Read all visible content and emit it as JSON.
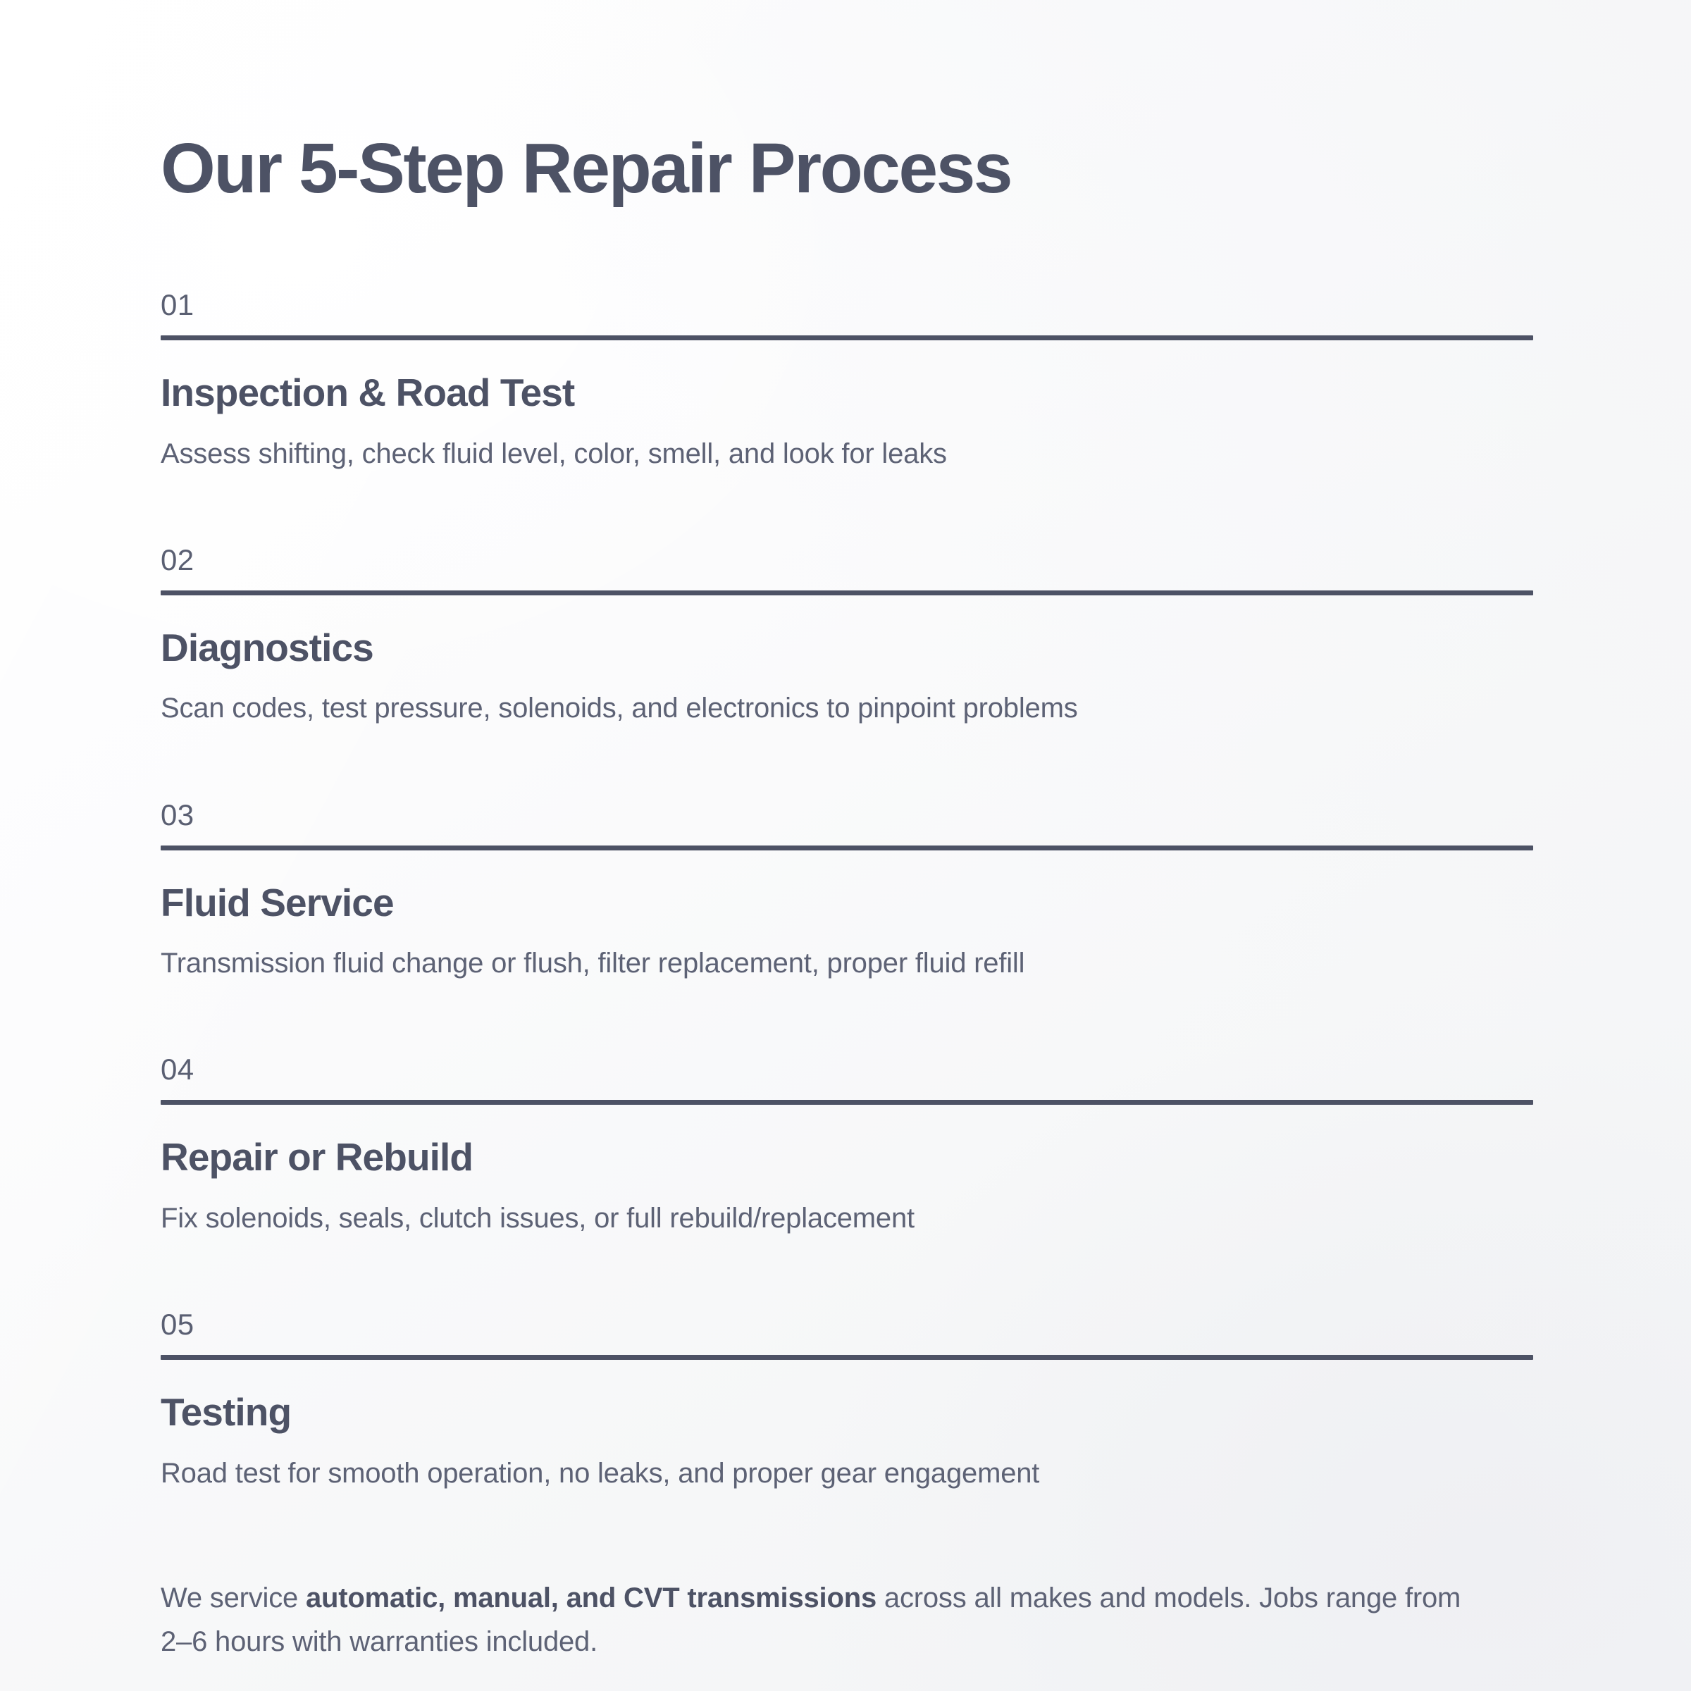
{
  "page": {
    "title": "Our 5-Step Repair Process",
    "background_color": "#f6f7f8",
    "accent_color": "#4d5265",
    "body_text_color": "#5d6275"
  },
  "steps": [
    {
      "number": "01",
      "title": "Inspection & Road Test",
      "description": "Assess shifting, check fluid level, color, smell, and look for leaks"
    },
    {
      "number": "02",
      "title": "Diagnostics",
      "description": "Scan codes, test pressure, solenoids, and electronics to pinpoint problems"
    },
    {
      "number": "03",
      "title": "Fluid Service",
      "description": "Transmission fluid change or flush, filter replacement, proper fluid refill"
    },
    {
      "number": "04",
      "title": "Repair or Rebuild",
      "description": "Fix solenoids, seals, clutch issues, or full rebuild/replacement"
    },
    {
      "number": "05",
      "title": "Testing",
      "description": "Road test for smooth operation, no leaks, and proper gear engagement"
    }
  ],
  "footnote": {
    "lead": "We service ",
    "emphasis": "automatic, manual, and CVT transmissions",
    "tail": " across all makes and models. Jobs range from 2–6 hours with warranties included."
  }
}
